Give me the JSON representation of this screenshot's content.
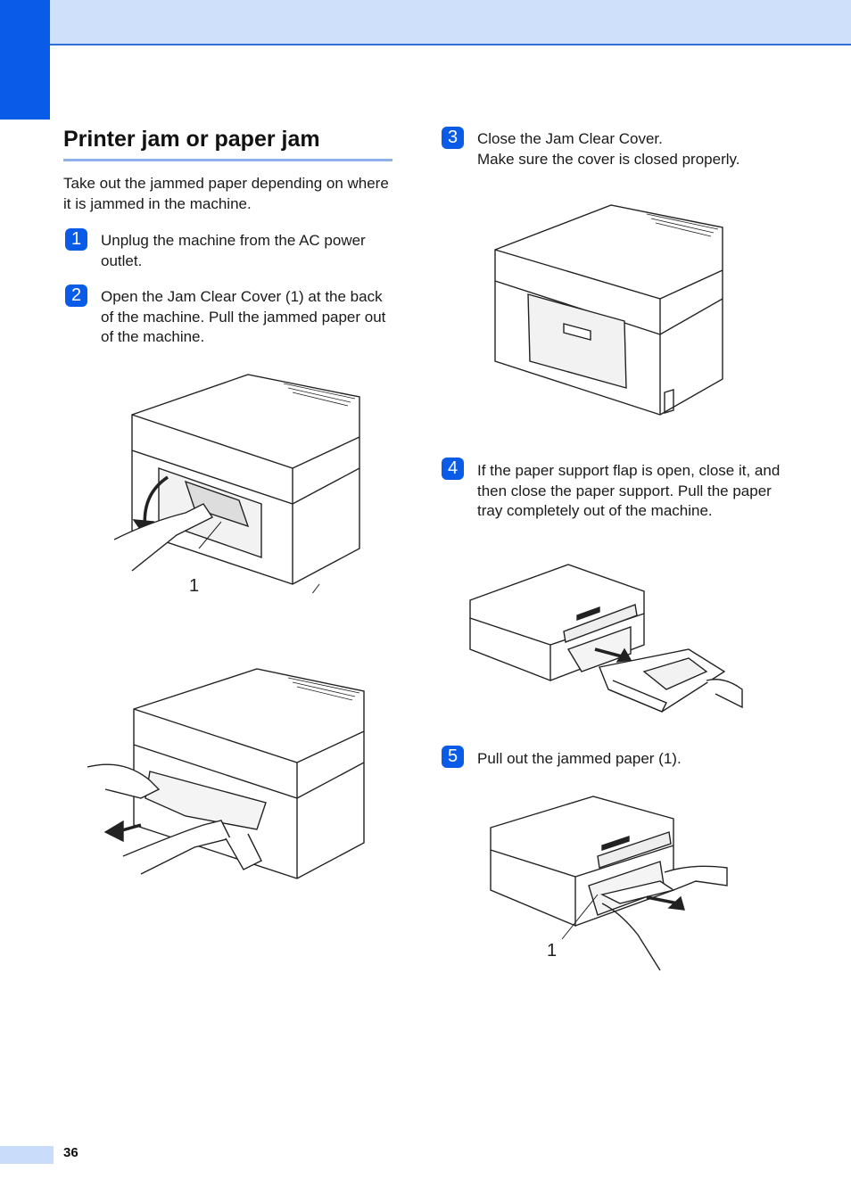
{
  "heading": "Printer jam or paper jam",
  "intro": "Take out the jammed paper depending on where it is jammed in the machine.",
  "steps": [
    {
      "num": "1",
      "text": "Unplug the machine from the AC power outlet."
    },
    {
      "num": "2",
      "text": "Open the Jam Clear Cover (1) at the back of the machine. Pull the jammed paper out of the machine."
    },
    {
      "num": "3",
      "text": "Close the Jam Clear Cover.",
      "text2": "Make sure the cover is closed properly."
    },
    {
      "num": "4",
      "text": "If the paper support flap is open, close it, and then close the paper support. Pull the paper tray completely out of the machine."
    },
    {
      "num": "5",
      "text": "Pull out the jammed paper (1)."
    }
  ],
  "callouts": {
    "fig1": "1",
    "fig6": "1"
  },
  "page_number": "36",
  "colors": {
    "accent": "#0a5be8",
    "band": "#cfe0fb",
    "rule": "#8fb1ef"
  }
}
